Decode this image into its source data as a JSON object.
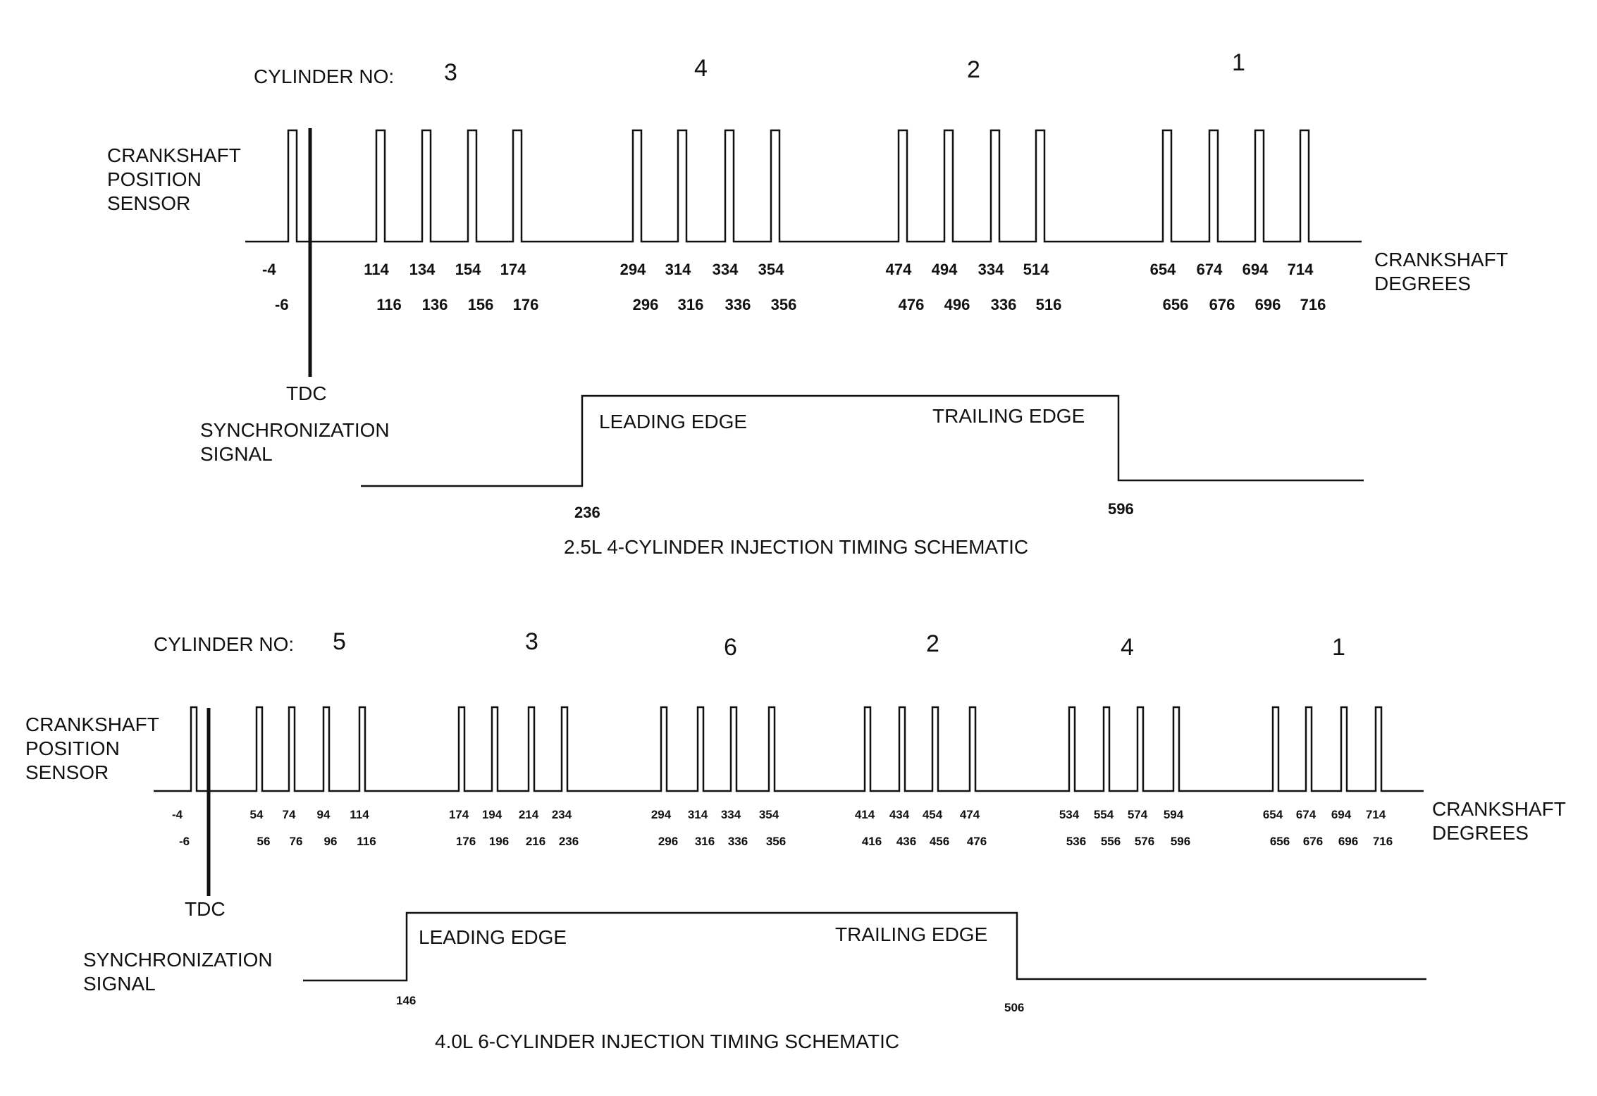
{
  "diagrams": [
    {
      "title": "2.5L 4-CYLINDER INJECTION TIMING SCHEMATIC",
      "cylinder_label": "CYLINDER NO:",
      "cylinders": [
        "3",
        "4",
        "2",
        "1"
      ],
      "sensor_label": [
        "CRANKSHAFT",
        "POSITION",
        "SENSOR"
      ],
      "degrees_label": [
        "CRANKSHAFT",
        "DEGREES"
      ],
      "tdc_label": "TDC",
      "sync_label": [
        "SYNCHRONIZATION",
        "SIGNAL"
      ],
      "leading_edge_label": "LEADING EDGE",
      "trailing_edge_label": "TRAILING EDGE",
      "sync_start": "236",
      "sync_end": "596",
      "reference_pulse": {
        "rise": "-4",
        "fall": "-6"
      },
      "pulse_groups": [
        {
          "rise": [
            "114",
            "134",
            "154",
            "174"
          ],
          "fall": [
            "116",
            "136",
            "156",
            "176"
          ]
        },
        {
          "rise": [
            "294",
            "314",
            "334",
            "354"
          ],
          "fall": [
            "296",
            "316",
            "336",
            "356"
          ]
        },
        {
          "rise": [
            "474",
            "494",
            "334",
            "514"
          ],
          "fall": [
            "476",
            "496",
            "336",
            "516"
          ]
        },
        {
          "rise": [
            "654",
            "674",
            "694",
            "714"
          ],
          "fall": [
            "656",
            "676",
            "696",
            "716"
          ]
        }
      ]
    },
    {
      "title": "4.0L 6-CYLINDER INJECTION TIMING SCHEMATIC",
      "cylinder_label": "CYLINDER NO:",
      "cylinders": [
        "5",
        "3",
        "6",
        "2",
        "4",
        "1"
      ],
      "sensor_label": [
        "CRANKSHAFT",
        "POSITION",
        "SENSOR"
      ],
      "degrees_label": [
        "CRANKSHAFT",
        "DEGREES"
      ],
      "tdc_label": "TDC",
      "sync_label": [
        "SYNCHRONIZATION",
        "SIGNAL"
      ],
      "leading_edge_label": "LEADING EDGE",
      "trailing_edge_label": "TRAILING EDGE",
      "sync_start": "146",
      "sync_end": "506",
      "reference_pulse": {
        "rise": "-4",
        "fall": "-6"
      },
      "pulse_groups": [
        {
          "rise": [
            "54",
            "74",
            "94",
            "114"
          ],
          "fall": [
            "56",
            "76",
            "96",
            "116"
          ]
        },
        {
          "rise": [
            "174",
            "194",
            "214",
            "234"
          ],
          "fall": [
            "176",
            "196",
            "216",
            "236"
          ]
        },
        {
          "rise": [
            "294",
            "314",
            "334",
            "354"
          ],
          "fall": [
            "296",
            "316",
            "336",
            "356"
          ]
        },
        {
          "rise": [
            "414",
            "434",
            "454",
            "474"
          ],
          "fall": [
            "416",
            "436",
            "456",
            "476"
          ]
        },
        {
          "rise": [
            "534",
            "554",
            "574",
            "594"
          ],
          "fall": [
            "536",
            "556",
            "576",
            "596"
          ]
        },
        {
          "rise": [
            "654",
            "674",
            "694",
            "714"
          ],
          "fall": [
            "656",
            "676",
            "696",
            "716"
          ]
        }
      ]
    }
  ]
}
